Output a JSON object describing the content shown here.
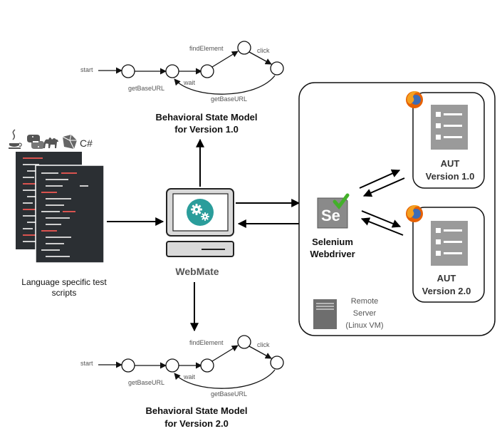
{
  "languages": {
    "csharp": "C#",
    "icons": [
      "java-icon",
      "python-icon",
      "perl-camel-icon",
      "ruby-icon"
    ]
  },
  "scripts_label": {
    "line1": "Language specific test",
    "line2": "scripts"
  },
  "webmate": {
    "label": "WebMate"
  },
  "model_v1": {
    "title_line1": "Behavioral State Model",
    "title_line2": "for Version 1.0",
    "start": "start",
    "get_base_url": "getBaseURL",
    "wait": "wait",
    "find_element": "findElement",
    "click": "click",
    "get_base_url_return": "getBaseURL"
  },
  "model_v2": {
    "title_line1": "Behavioral State Model",
    "title_line2": "for Version 2.0",
    "start": "start",
    "get_base_url": "getBaseURL",
    "wait": "wait",
    "find_element": "findElement",
    "click": "click",
    "get_base_url_return": "getBaseURL"
  },
  "selenium": {
    "logo": "Se",
    "line1": "Selenium",
    "line2": "Webdriver"
  },
  "aut1": {
    "line1": "AUT",
    "line2": "Version 1.0"
  },
  "aut2": {
    "line1": "AUT",
    "line2": "Version 2.0"
  },
  "remote": {
    "line1": "Remote",
    "line2": "Server",
    "line3": "(Linux VM)"
  },
  "colors": {
    "teal": "#2a9d9b",
    "selenium_green": "#43b02a",
    "firefox_orange": "#e66000",
    "dark_code": "#2b2f33"
  }
}
